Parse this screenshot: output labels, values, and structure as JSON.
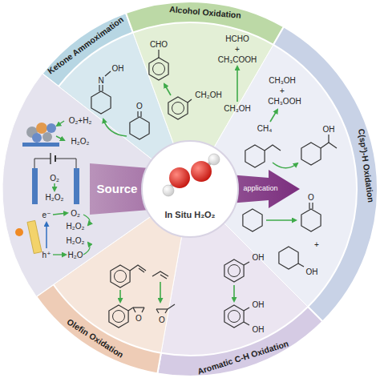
{
  "diagram": {
    "nodes": [
      {
        "text": [
          "In Situ H₂O₂"
        ]
      },
      {
        "text": [
          "Ketone Ammoximation"
        ]
      },
      {
        "text": [
          "Alcohol Oxidation"
        ]
      },
      {
        "text": [
          "C(sp³)-H Oxidation"
        ]
      },
      {
        "text": [
          "Aromatic C-H Oxidation"
        ]
      },
      {
        "text": [
          "Olefin Oxidation"
        ]
      }
    ],
    "labels": [
      "N",
      "OH",
      "O",
      "CHO",
      "CH₂OH",
      "HCHO",
      "+",
      "CH₃COOH",
      "CH₃OH",
      "CH₃OH",
      "+",
      "CH₃OOH",
      "CH₄",
      "OH",
      "O",
      "+",
      "OH",
      "OH",
      "OH",
      "OH",
      "O",
      "O",
      "O₂+H₂",
      "H₂O₂",
      "O₂",
      "H₂O₂",
      "e⁻",
      "h⁺",
      "O₂",
      "H₂O₂",
      "H₂O₂",
      "H₂O",
      "Source",
      "application"
    ]
  }
}
